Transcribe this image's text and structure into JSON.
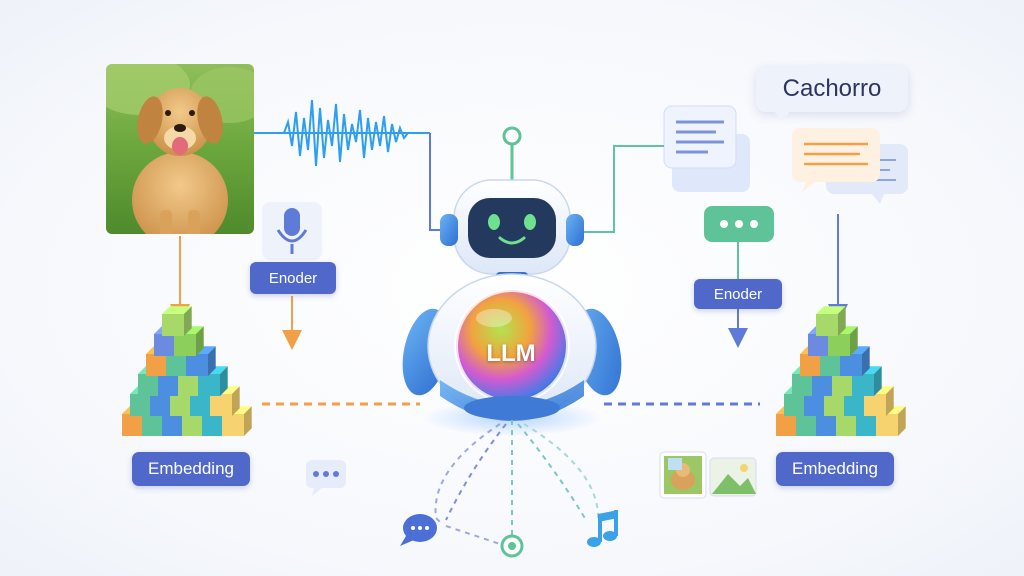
{
  "labels": {
    "encoder_left": "Enoder",
    "encoder_right": "Enoder",
    "embedding_left": "Embedding",
    "embedding_right": "Embedding",
    "llm": "LLM",
    "word": "Cachorro"
  },
  "icons": {
    "photo": "dog-photo-icon",
    "waveform": "audio-waveform-icon",
    "microphone": "microphone-icon",
    "document": "document-icon",
    "chat": "chat-bubble-icon",
    "typing": "typing-dots-icon",
    "music": "music-note-icon",
    "robot": "robot-icon",
    "cubes": "embedding-cubes-icon",
    "thumbnails": "image-thumbnails-icon"
  },
  "colors": {
    "pill": "#4f68c9",
    "orange": "#f2a045",
    "blue": "#5f7bd8",
    "teal": "#5fc4a4",
    "wave": "#2e9ef0",
    "mint": "#5fc39a"
  }
}
